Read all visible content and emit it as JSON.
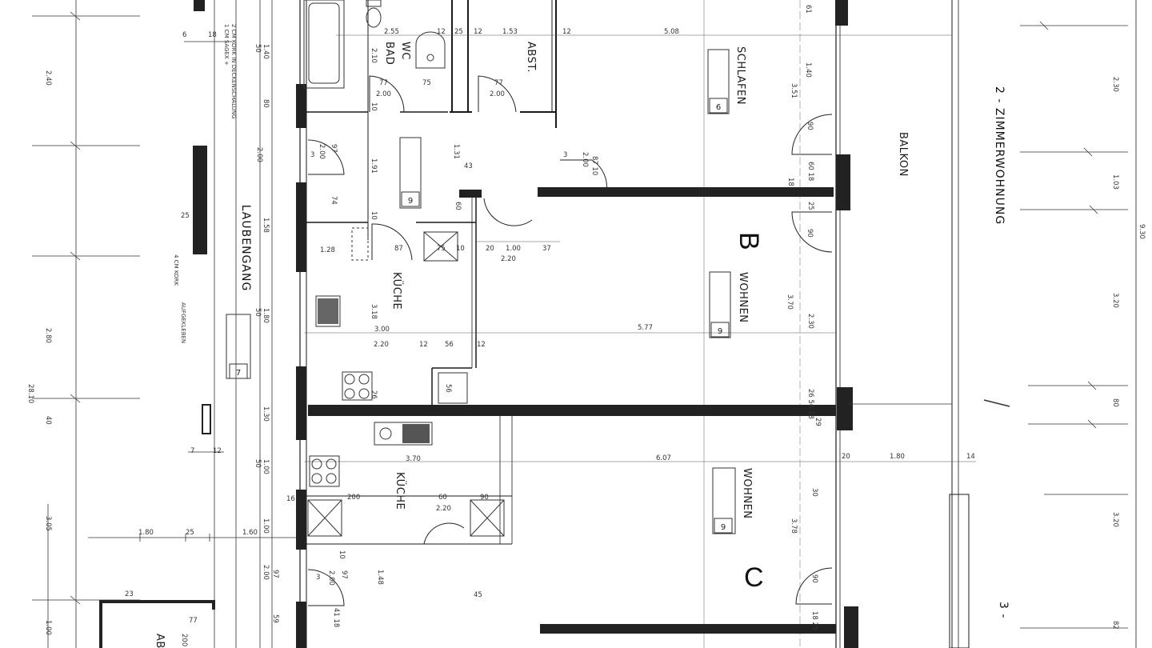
{
  "rooms": {
    "wc_bad_1": "WC",
    "wc_bad_2": "BAD",
    "abst": "ABST.",
    "schlafen": "SCHLAFEN",
    "balkon": "BALKON",
    "zimmerwohnung_2": "2 - ZIMMERWOHNUNG",
    "zimmerwohnung_3": "3 -",
    "unit_b": "B",
    "unit_c": "C",
    "wohnen_b": "WOHNEN",
    "wohnen_c": "WOHNEN",
    "kueche_b": "KÜCHE",
    "kueche_c": "KÜCHE",
    "laubengang": "LAUBENGANG",
    "ab_partial": "AB"
  },
  "notes": {
    "sagex_1": "1 CM SAGEX +",
    "sagex_2": "2 CM KORK IN DECKENSCHALUNG",
    "kork_1": "4 CM KORK",
    "kork_2": "AUFGEKLEBEN"
  },
  "tags": {
    "t6_top": "6",
    "t9_kueche": "9",
    "t9_wohnen": "9",
    "t7_lauben": "7",
    "t9_wohnen_c": "9"
  },
  "dims": {
    "d_255": "2.55",
    "d_12a": "12",
    "d_25a": "25",
    "d_12b": "12",
    "d_153": "1.53",
    "d_12c": "12",
    "d_508": "5.08",
    "d_140a": "1.40",
    "d_50a": "50",
    "d_210": "2.10",
    "d_77a": "77",
    "d_200a": "2.00",
    "d_75a": "75",
    "d_10a": "10",
    "d_77b": "77",
    "d_200b": "2.00",
    "d_240": "2.40",
    "d_6": "6",
    "d_18": "18",
    "d_80a": "80",
    "d_97a": "97",
    "d_200c": "2.00",
    "d_3a": "3",
    "d_191": "1.91",
    "d_43": "43",
    "d_131": "1.31",
    "d_3b": "3",
    "d_200d": "2.00",
    "d_8710": "87 10",
    "d_200e": "2.00",
    "d_25b": "25",
    "d_158": "1.58",
    "d_74": "74",
    "d_10b": "10",
    "d_60": "60",
    "d_128": "1.28",
    "d_87": "87",
    "d_75b": "75",
    "d_10c": "10",
    "d_20": "20",
    "d_100a": "1.00",
    "d_37": "37",
    "d_220a": "2.20",
    "d_180a": "1.80",
    "d_50b": "50",
    "d_318": "3.18",
    "d_300": "3.00",
    "d_577": "5.77",
    "d_220b": "2.20",
    "d_12d": "12",
    "d_56a": "56",
    "d_12e": "12",
    "d_280": "2.80",
    "d_56b": "56",
    "d_26a": "26",
    "d_130": "1.30",
    "d_40": "40",
    "d_2810": "28.10",
    "d_7": "7",
    "d_12f": "12",
    "d_100b": "1.00",
    "d_50c": "50",
    "d_370": "3.70",
    "d_607": "6.07",
    "d_20b": "20",
    "d_180b": "1.80",
    "d_14": "14",
    "d_16": "16",
    "d_200f": "200",
    "d_60b": "60",
    "d_220c": "2.20",
    "d_80b": "80",
    "d_90": "90",
    "d_305": "3.05",
    "d_180c": "1.80",
    "d_25c": "25",
    "d_160": "1.60",
    "d_100c": "1.00",
    "d_200g": "2.00",
    "d_97b": "97",
    "d_10d": "10",
    "d_97c": "97",
    "d_200h": "2.00",
    "d_3c": "3",
    "d_148": "1.48",
    "d_45": "45",
    "d_59": "59",
    "d_4118": "41 18",
    "d_100d": "1.00",
    "d_23": "23",
    "d_77c": "77",
    "d_200i": "200",
    "d_350": "3.51",
    "d_90a": "90",
    "d_6018": "60 18",
    "d_18b": "18",
    "d_25d": "25",
    "d_90b": "90",
    "d_370b": "3.70",
    "d_230a": "2.30",
    "d_2656": "26 56 18",
    "d_29": "29",
    "d_30": "30",
    "d_378": "3.78",
    "d_90c": "90",
    "d_1829": "18 29",
    "d_61": "61",
    "d_140b": "1.40",
    "d_230r": "2.30",
    "d_103": "1.03",
    "d_930": "9.30",
    "d_320a": "3.20",
    "d_80r": "80",
    "d_320b": "3.20",
    "d_82": "82"
  }
}
